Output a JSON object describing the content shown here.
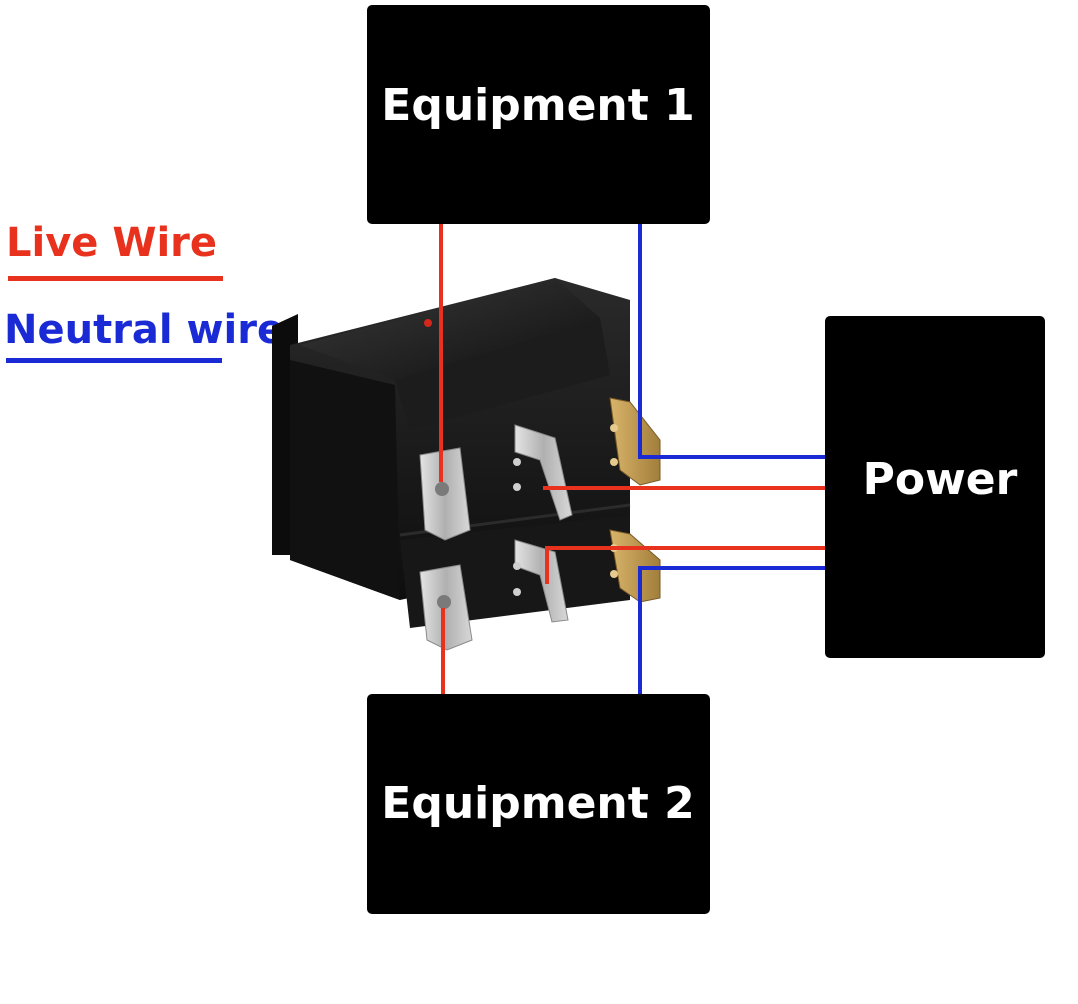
{
  "boxes": {
    "equipment_1": "Equipment 1",
    "equipment_2": "Equipment 2",
    "power": "Power"
  },
  "legend": {
    "live": {
      "label": "Live Wire",
      "color": "#e8321e"
    },
    "neutral": {
      "label": "Neutral wire",
      "color": "#1a2bd6"
    }
  },
  "colors": {
    "live": "#e8321e",
    "neutral": "#1a2bd6",
    "box": "#000000",
    "switch_body": "#151515",
    "terminal": "#c8c8c8"
  },
  "icons": {
    "switch": "rocker-switch-icon"
  }
}
